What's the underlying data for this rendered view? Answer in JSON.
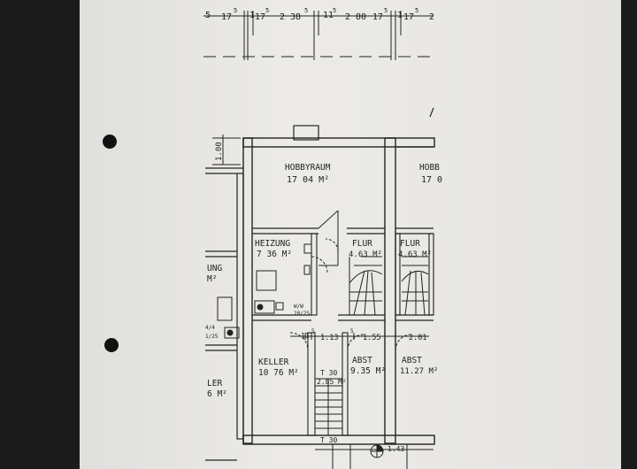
{
  "dimensions": {
    "top_1": "5",
    "top_2": "17",
    "top_3": "5",
    "top_4": "1",
    "top_5": "17",
    "top_6": "5",
    "top_7": "2 38",
    "top_8": "5",
    "top_9": "11",
    "top_10": "5",
    "top_11": "2 80",
    "top_12": "17",
    "top_13": "5",
    "top_14": "1",
    "top_15": "17",
    "top_16": "5",
    "top_17": "2",
    "side_100": "1.00",
    "d_11": "11",
    "d_5a": "5",
    "d_113": "1.13",
    "d_5b": "5",
    "d_155": "1.55",
    "d_201": "2.01",
    "d_t30": "T 30",
    "d_143": "1.43"
  },
  "rooms": {
    "hobbyraum_name": "HOBBYRAUM",
    "hobbyraum_area": "17 04 M²",
    "hobbyraum2_name": "HOBB",
    "hobbyraum2_area": "17 0",
    "heizung_name": "HEIZUNG",
    "heizung_area": "7 36 M²",
    "flur1_name": "FLUR",
    "flur1_area": "4.63 M²",
    "flur2_name": "FLUR",
    "flur2_area": "4.63 M²",
    "keller_name": "KELLER",
    "keller_area": "10 76 M²",
    "abst1_name": "ABST",
    "abst1_area": "9.35 M²",
    "abst2_name": "ABST",
    "abst2_area": "11.27 M²",
    "t30_name": "T 30",
    "t30_area": "2.85 M²",
    "left1_name": "UNG",
    "left1_area": "M²",
    "left2_name": "LER",
    "left2_area": "6 M²",
    "label_wd": "W/W",
    "label_frac": "20/25",
    "label_left_frac1": "4/4",
    "label_left_frac2": "1/25"
  },
  "colors": {
    "paper": "#ecebe8",
    "ink": "#222222",
    "background": "#1b1b1b"
  }
}
